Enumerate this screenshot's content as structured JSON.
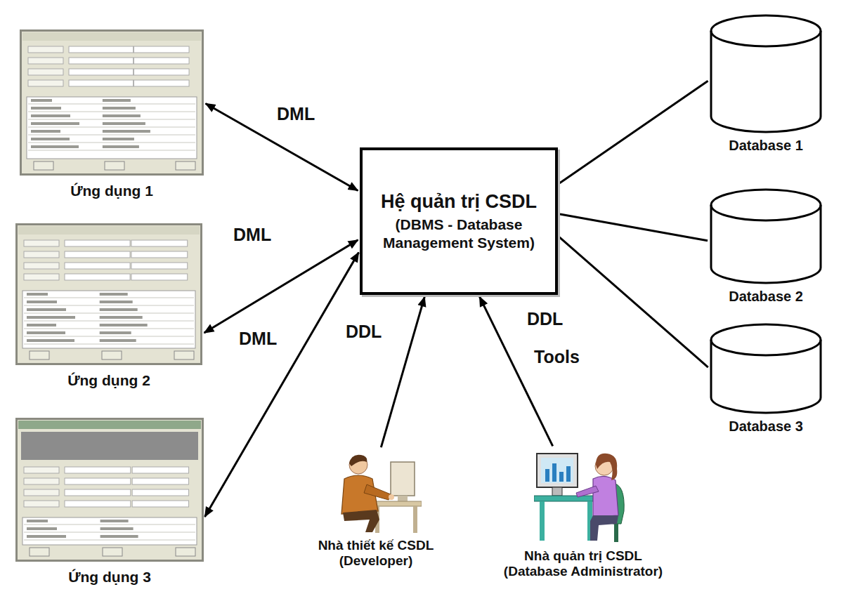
{
  "diagram": {
    "nodes": [
      {
        "text": [
          "Ứng dụng 1"
        ]
      },
      {
        "text": [
          "Ứng dụng 2"
        ]
      },
      {
        "text": [
          "Ứng dụng 3"
        ]
      },
      {
        "text": [
          "Hệ quản trị CSDL",
          "(DBMS - Database Management System)"
        ]
      },
      {
        "text": [
          "Nhà thiết kế CSDL",
          "(Developer)"
        ]
      },
      {
        "text": [
          "Nhà quản trị CSDL",
          "(Database Administrator)"
        ]
      },
      {
        "text": [
          "Database 1"
        ]
      },
      {
        "text": [
          "Database 2"
        ]
      },
      {
        "text": [
          "Database 3"
        ]
      }
    ],
    "edges": [
      {
        "from": 0,
        "to": 3,
        "arrow": "both",
        "label": "DML"
      },
      {
        "from": 1,
        "to": 3,
        "arrow": "both",
        "label": "DML"
      },
      {
        "from": 2,
        "to": 3,
        "arrow": "both",
        "label": "DML"
      },
      {
        "from": 4,
        "to": 3,
        "arrow": "to",
        "label": "DDL"
      },
      {
        "from": 5,
        "to": 3,
        "arrow": "to",
        "label": "DDL"
      },
      {
        "from": 3,
        "to": 6,
        "arrow": "none"
      },
      {
        "from": 3,
        "to": 7,
        "arrow": "none"
      },
      {
        "from": 3,
        "to": 8,
        "arrow": "none"
      }
    ],
    "labels": [
      "Tools"
    ]
  }
}
